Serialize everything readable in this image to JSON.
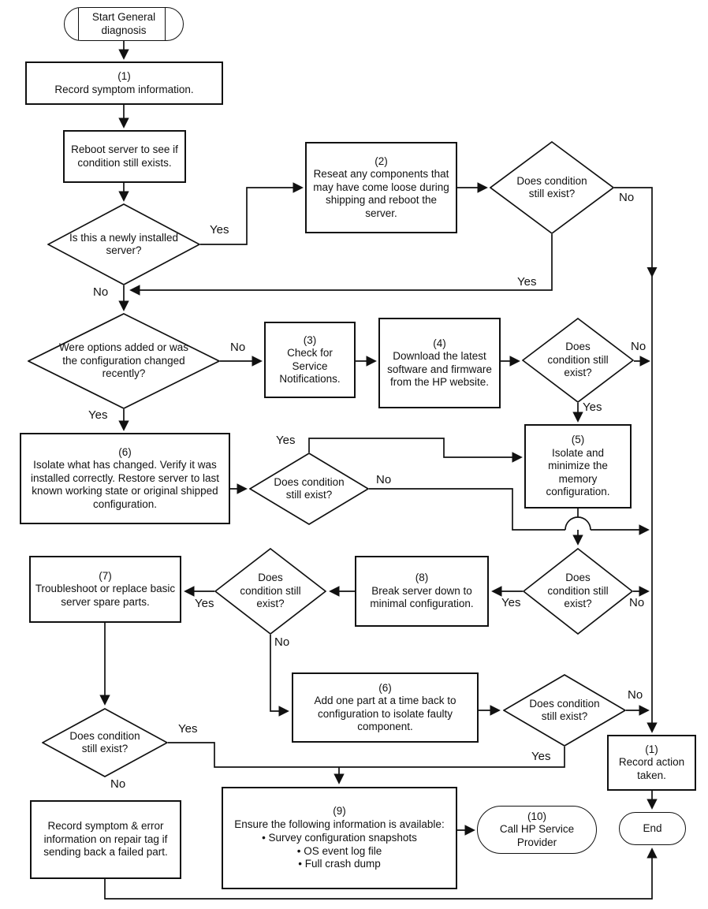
{
  "shared": {
    "decision": "Does condition still exist?",
    "yes": "Yes",
    "no": "No"
  },
  "nodes": {
    "start": {
      "text": "Start General diagnosis"
    },
    "record_symptom": {
      "num": "(1)",
      "text": "Record symptom information."
    },
    "reboot": {
      "text": "Reboot server to see if condition still exists."
    },
    "newly_installed": {
      "text": "Is this a newly installed server?"
    },
    "reseat": {
      "num": "(2)",
      "text": "Reseat any components that may have come loose during shipping and reboot the server."
    },
    "options_changed": {
      "text": "Were options added or was the configuration changed recently?"
    },
    "check_service": {
      "num": "(3)",
      "text": "Check for Service Notifications."
    },
    "download": {
      "num": "(4)",
      "text": "Download the latest software and firmware from the HP website."
    },
    "isolate_memory": {
      "num": "(5)",
      "text": "Isolate and minimize the memory configuration."
    },
    "isolate_changed": {
      "num": "(6)",
      "text": "Isolate what has changed. Verify it was installed correctly. Restore server to last known working state or original shipped configuration."
    },
    "troubleshoot": {
      "num": "(7)",
      "text": "Troubleshoot or replace basic server spare parts."
    },
    "break_down": {
      "num": "(8)",
      "text": "Break server down to minimal configuration."
    },
    "add_parts": {
      "num": "(6)",
      "text": "Add one part at a time back to configuration to isolate faulty component."
    },
    "ensure_info": {
      "num": "(9)",
      "text": "Ensure the following information is available:",
      "bullets": [
        "Survey configuration snapshots",
        "OS event log file",
        "Full crash dump"
      ]
    },
    "record_action": {
      "num": "(1)",
      "text": "Record action taken."
    },
    "record_symptom_error": {
      "text": "Record symptom & error information on repair tag if sending back a failed part."
    },
    "call_hp": {
      "num": "(10)",
      "text": "Call HP Service Provider"
    },
    "end": {
      "text": "End"
    }
  }
}
